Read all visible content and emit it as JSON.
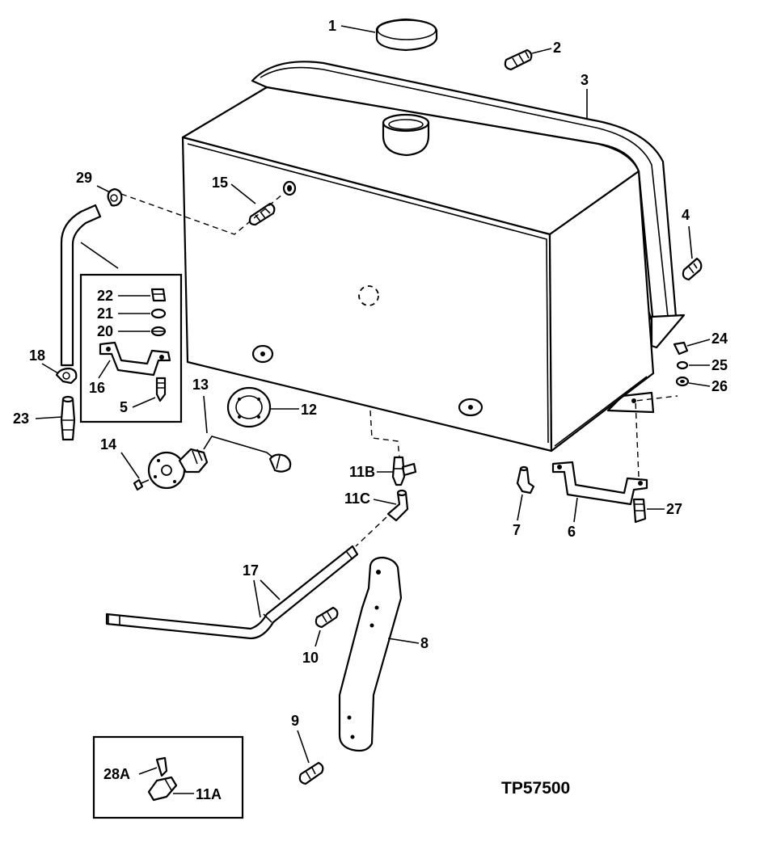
{
  "figure_id": "TP57500",
  "callouts": {
    "c1": "1",
    "c2": "2",
    "c3": "3",
    "c4": "4",
    "c5": "5",
    "c6": "6",
    "c7": "7",
    "c8": "8",
    "c9": "9",
    "c10": "10",
    "c11a": "11A",
    "c11b": "11B",
    "c11c": "11C",
    "c12": "12",
    "c13": "13",
    "c14": "14",
    "c15": "15",
    "c16": "16",
    "c17": "17",
    "c18": "18",
    "c20": "20",
    "c21": "21",
    "c22": "22",
    "c23": "23",
    "c24": "24",
    "c25": "25",
    "c26": "26",
    "c27": "27",
    "c28a": "28A",
    "c29": "29"
  }
}
